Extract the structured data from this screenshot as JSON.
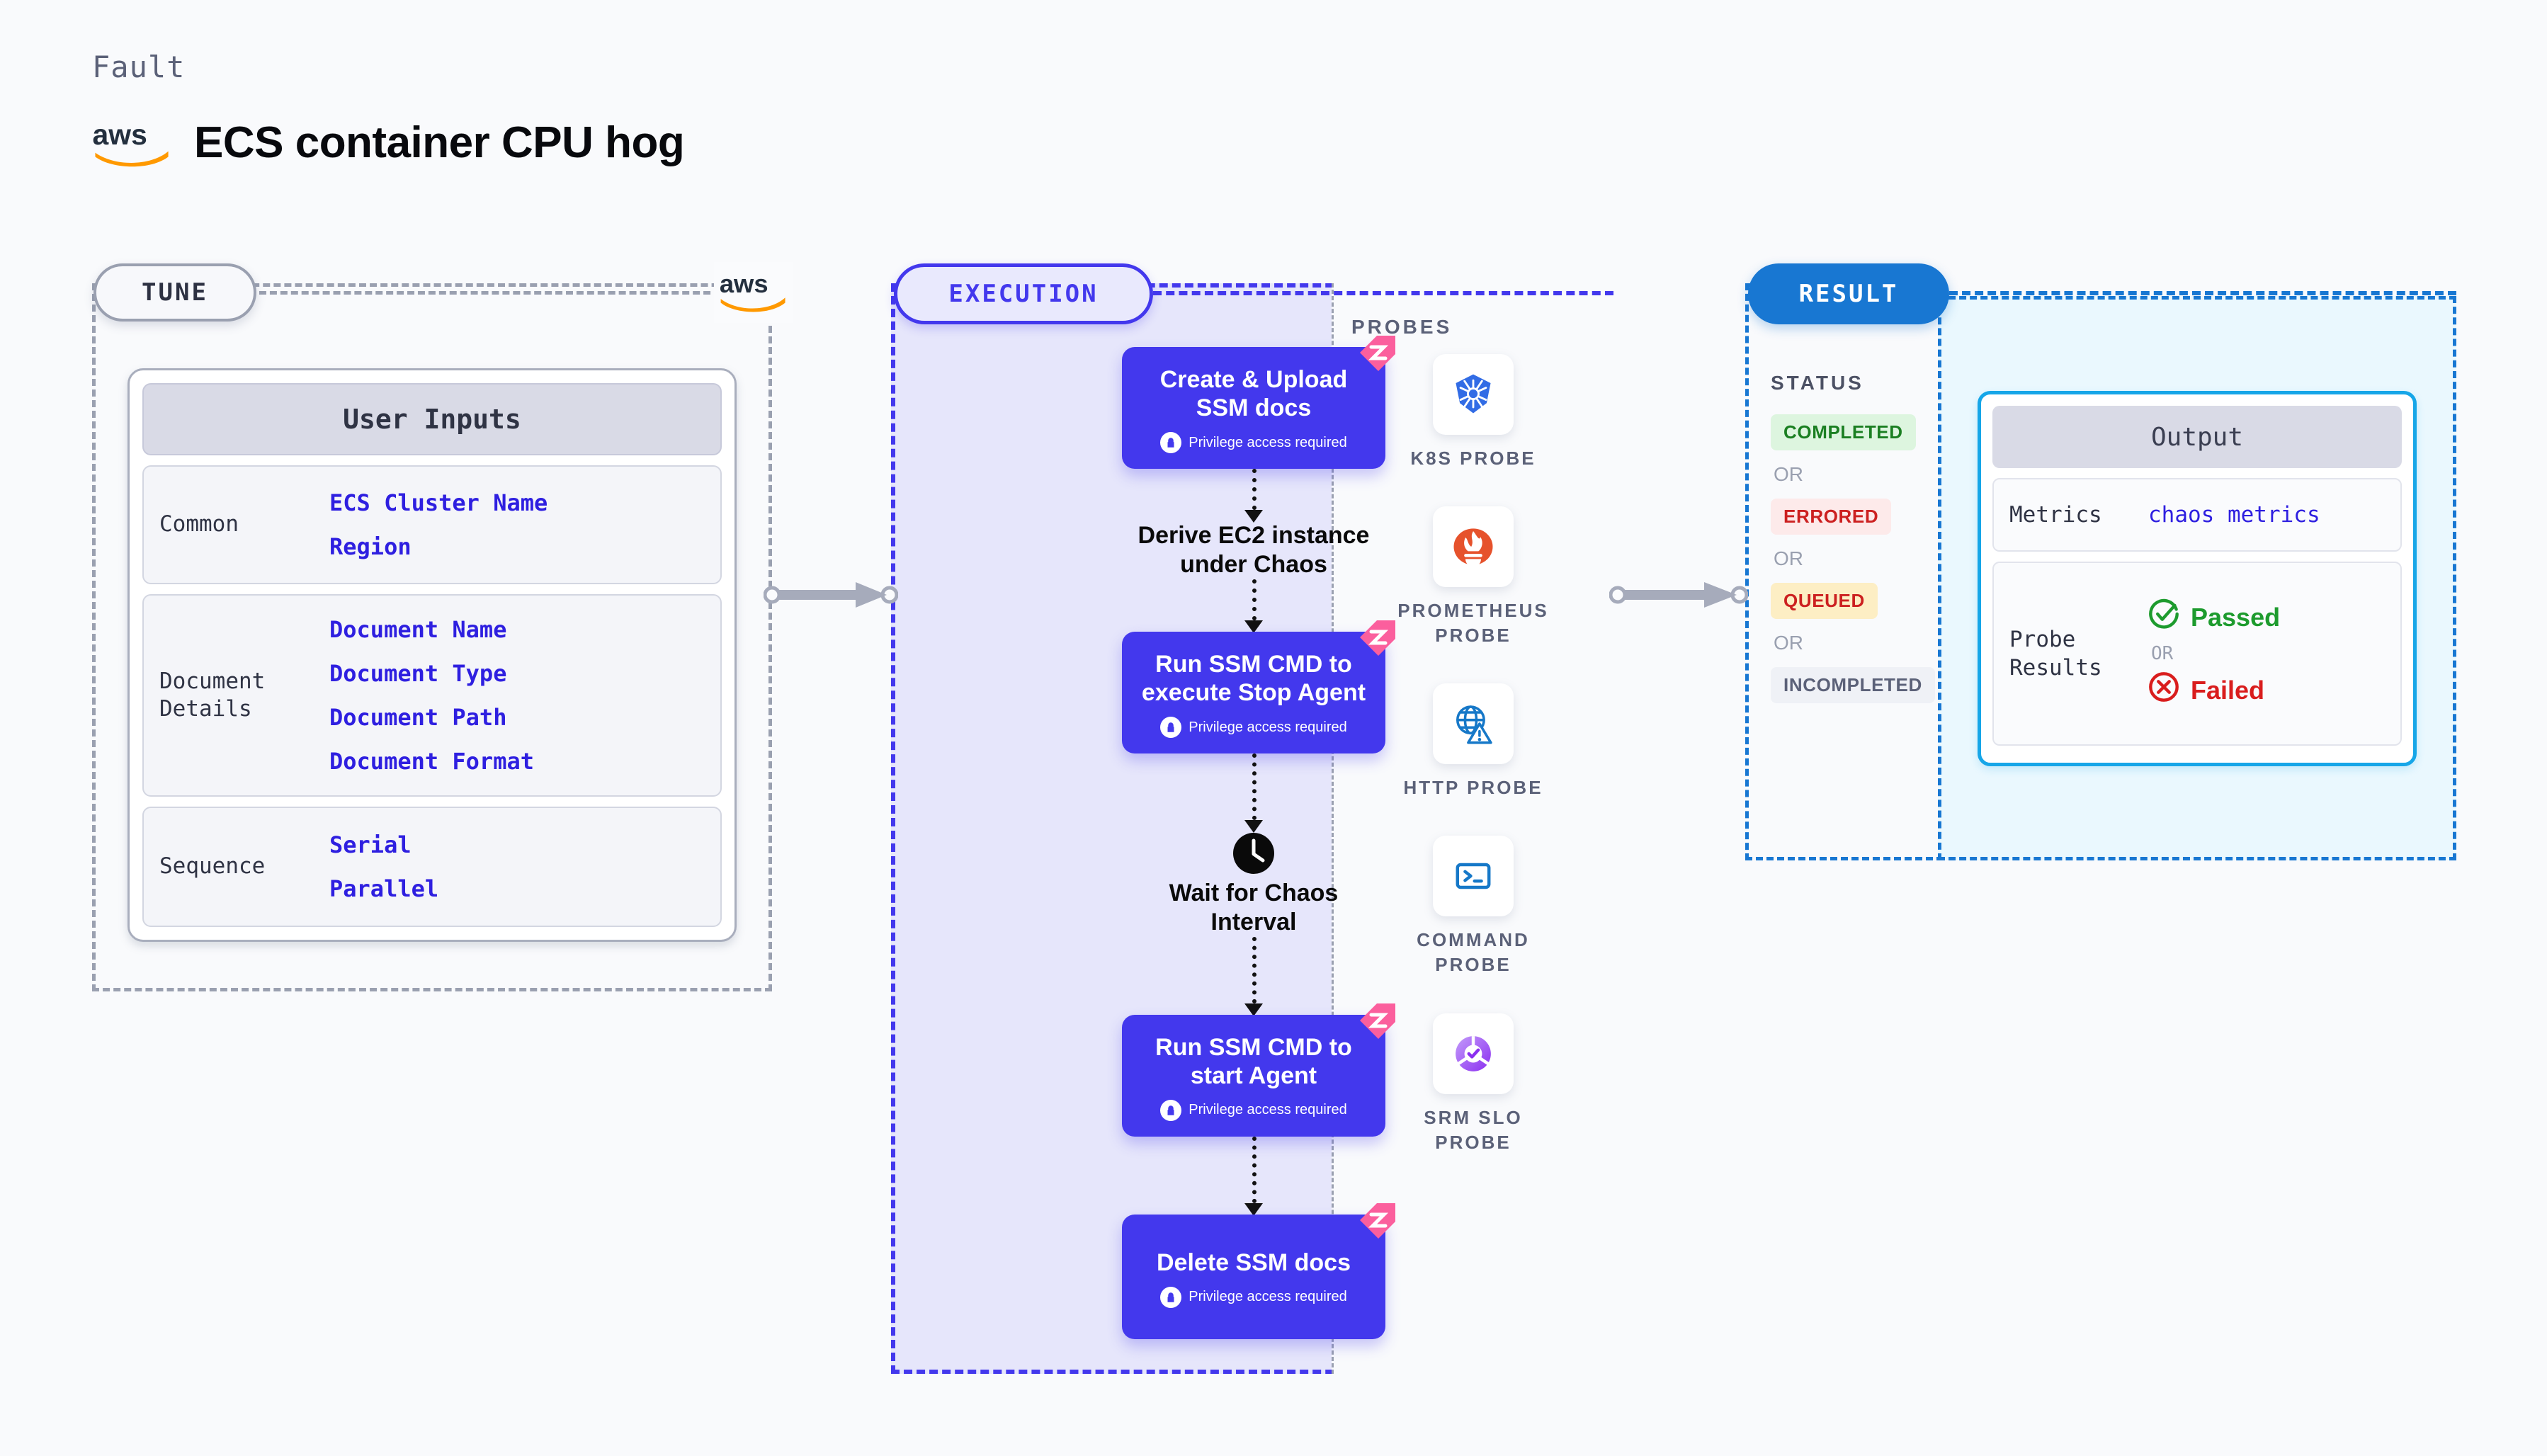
{
  "header": {
    "kicker": "Fault",
    "title": "ECS container CPU hog",
    "logo_icon": "aws-logo"
  },
  "tune": {
    "pill_label": "TUNE",
    "aws_icon": "aws-logo",
    "card": {
      "title": "User Inputs",
      "groups": [
        {
          "label": "Common",
          "values": [
            "ECS Cluster Name",
            "Region"
          ]
        },
        {
          "label": "Document\nDetails",
          "values": [
            "Document Name",
            "Document Type",
            "Document Path",
            "Document Format"
          ]
        },
        {
          "label": "Sequence",
          "values": [
            "Serial",
            "Parallel"
          ]
        }
      ]
    }
  },
  "execution": {
    "pill_label": "EXECUTION",
    "nodes": [
      {
        "type": "task",
        "title": "Create & Upload\nSSM docs",
        "privilege": "Privilege access required",
        "badge_icon": "harness-ribbon-icon",
        "lock_icon": "lock-icon"
      },
      {
        "type": "plain",
        "title": "Derive EC2 instance\nunder Chaos"
      },
      {
        "type": "task",
        "title": "Run SSM CMD to\nexecute Stop Agent",
        "privilege": "Privilege access required",
        "badge_icon": "harness-ribbon-icon",
        "lock_icon": "lock-icon"
      },
      {
        "type": "clock",
        "title": "Wait for Chaos\nInterval",
        "icon": "clock-icon"
      },
      {
        "type": "task",
        "title": "Run SSM CMD to\nstart Agent",
        "privilege": "Privilege access required",
        "badge_icon": "harness-ribbon-icon",
        "lock_icon": "lock-icon"
      },
      {
        "type": "task",
        "title": "Delete SSM docs",
        "privilege": "Privilege access required",
        "badge_icon": "harness-ribbon-icon",
        "lock_icon": "lock-icon"
      }
    ]
  },
  "probes": {
    "section_label": "PROBES",
    "items": [
      {
        "name": "K8S PROBE",
        "icon": "kubernetes-icon"
      },
      {
        "name": "PROMETHEUS PROBE",
        "icon": "prometheus-icon"
      },
      {
        "name": "HTTP PROBE",
        "icon": "http-globe-warning-icon"
      },
      {
        "name": "COMMAND PROBE",
        "icon": "terminal-icon"
      },
      {
        "name": "SRM SLO PROBE",
        "icon": "srm-slo-icon"
      }
    ]
  },
  "result": {
    "pill_label": "RESULT",
    "status_label": "STATUS",
    "or_label": "OR",
    "statuses": [
      {
        "label": "COMPLETED",
        "bg": "#ddf5df",
        "fg": "#1b7f22"
      },
      {
        "label": "ERRORED",
        "bg": "#fdeaea",
        "fg": "#cc2020"
      },
      {
        "label": "QUEUED",
        "bg": "#fdeec4",
        "fg": "#cc2020"
      },
      {
        "label": "INCOMPLETED",
        "bg": "#eff1f6",
        "fg": "#5b6178"
      }
    ]
  },
  "output": {
    "title": "Output",
    "rows": [
      {
        "key": "Metrics",
        "value": "chaos metrics"
      }
    ],
    "probe_results": {
      "key": "Probe\nResults",
      "or_label": "OR",
      "passed": {
        "label": "Passed",
        "icon": "check-circle-icon",
        "color": "#1d9b2e"
      },
      "failed": {
        "label": "Failed",
        "icon": "x-circle-icon",
        "color": "#d91d1d"
      }
    }
  },
  "colors": {
    "execution_purple": "#4338ed",
    "result_blue": "#1877d2",
    "output_cyan": "#16a6e8",
    "tune_grey": "#9aa0b0",
    "ribbon_pink": "#fb5f9d",
    "link_indigo": "#2e1fe0"
  }
}
